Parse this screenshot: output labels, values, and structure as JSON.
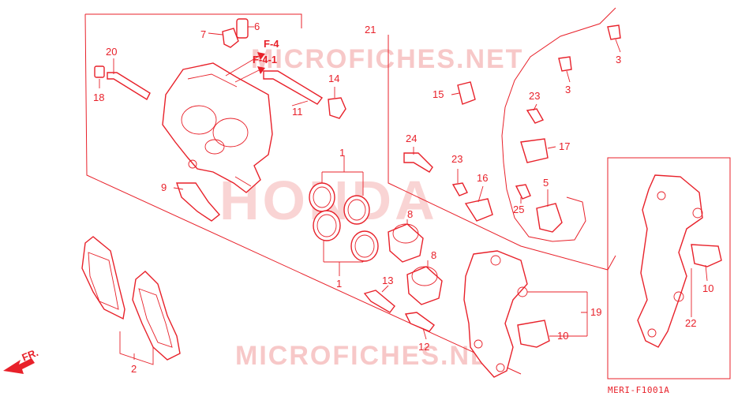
{
  "watermarks": {
    "site_top": "MICROFICHES.NET",
    "site_bottom": "MICROFICHES.NET",
    "brand": "HONDA"
  },
  "references": {
    "ref1": "F-4",
    "ref2": "F-4-1"
  },
  "direction_label": "FR.",
  "diagram_code": "MERI-F1001A",
  "callouts": {
    "p1a": "1",
    "p1b": "1",
    "p2": "2",
    "p3a": "3",
    "p3b": "3",
    "p5": "5",
    "p6": "6",
    "p7": "7",
    "p8a": "8",
    "p8b": "8",
    "p9": "9",
    "p10a": "10",
    "p10b": "10",
    "p11": "11",
    "p12": "12",
    "p13": "13",
    "p14": "14",
    "p15": "15",
    "p16": "16",
    "p17": "17",
    "p18": "18",
    "p19": "19",
    "p20": "20",
    "p21": "21",
    "p22": "22",
    "p23a": "23",
    "p23b": "23",
    "p24": "24",
    "p25": "25"
  },
  "colors": {
    "ink": "#e8212a",
    "watermark": "#f7c8c8",
    "background": "#ffffff"
  }
}
